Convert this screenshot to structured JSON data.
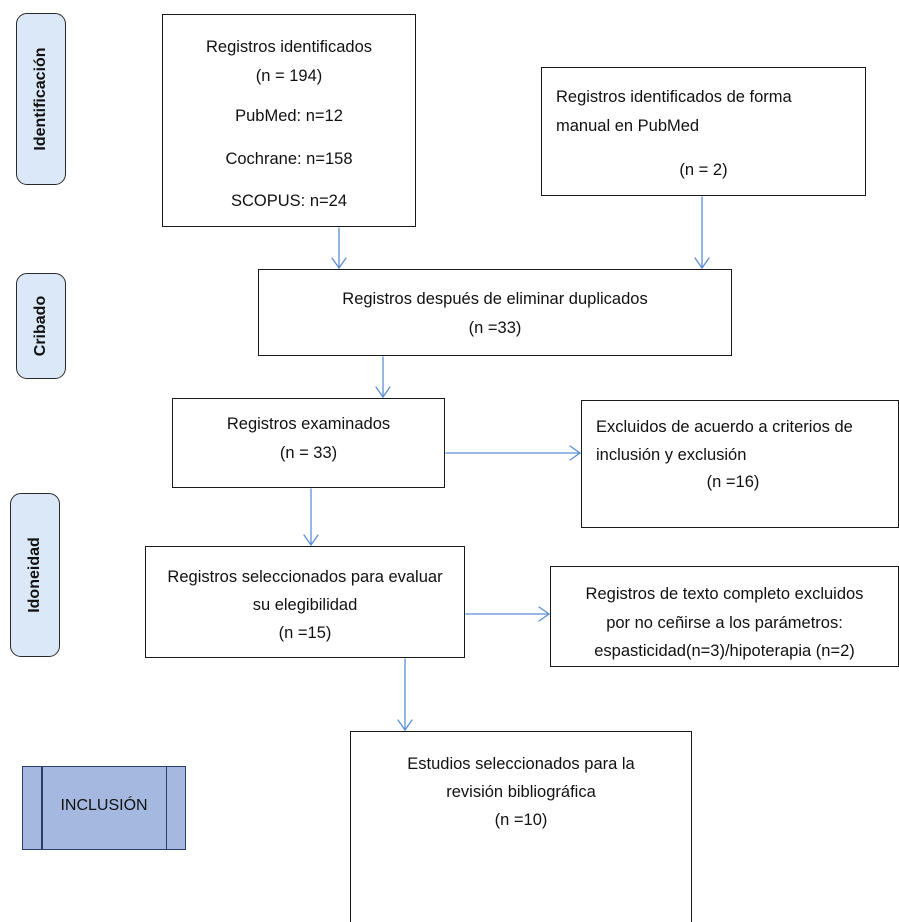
{
  "stages": {
    "identificacion": "Identificación",
    "cribado": "Cribado",
    "idoneidad": "Idoneidad",
    "inclusion": "INCLUSIÓN"
  },
  "boxes": {
    "identified": {
      "title": "Registros identificados",
      "count": "(n = 194)",
      "pubmed": "PubMed: n=12",
      "cochrane": "Cochrane: n=158",
      "scopus": "SCOPUS: n=24"
    },
    "manual": {
      "line1": "Registros identificados de forma",
      "line2": "manual en PubMed",
      "count": "(n = 2)"
    },
    "deduplicated": {
      "title": "Registros después de eliminar duplicados",
      "count": "(n =33)"
    },
    "screened": {
      "title": "Registros examinados",
      "count": "(n = 33)"
    },
    "excluded_criteria": {
      "line1": "Excluidos de acuerdo a criterios de",
      "line2": "inclusión y exclusión",
      "count": "(n =16)"
    },
    "eligibility": {
      "line1": "Registros seleccionados para evaluar",
      "line2": "su elegibilidad",
      "count": "(n =15)"
    },
    "excluded_fulltext": {
      "line1": "Registros de texto completo excluidos",
      "line2": "por no ceñirse a los parámetros:",
      "line3": "espasticidad(n=3)/hipoterapia (n=2)"
    },
    "included": {
      "line1": "Estudios seleccionados para la",
      "line2": "revisión bibliográfica",
      "count": "(n =10)"
    }
  },
  "colors": {
    "stage_fill": "#dbe8f7",
    "inclusion_fill": "#a4b8e0",
    "arrow": "#5b8fd6",
    "border": "#1a1a1a"
  }
}
